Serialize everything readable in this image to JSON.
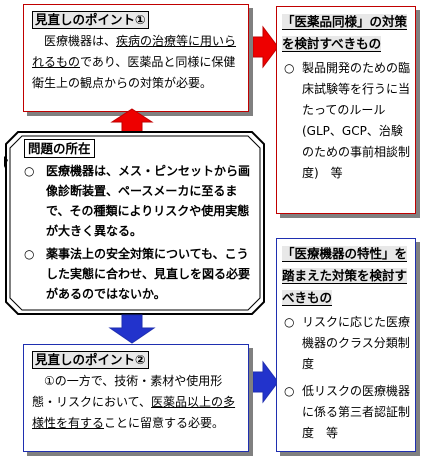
{
  "point1": {
    "title": "見直しのポイント①",
    "text": [
      {
        "t": "医療機器は、",
        "u": false
      },
      {
        "t": "疾病の治療等に用いられるもの",
        "u": true
      },
      {
        "t": "であり、医薬品と同様に保健衛生上の観点からの対策が必要。",
        "u": false
      }
    ]
  },
  "center": {
    "title": "問題の所在",
    "items": [
      {
        "marker": "○",
        "text": "医療機器は、メス・ピンセットから画像診断装置、ペースメーカに至るまで、その種類によりリスクや使用実態が大きく異なる。"
      },
      {
        "marker": "○",
        "text": "薬事法上の安全対策についても、こうした実態に合わせ、見直しを図る必要があるのではないか。"
      }
    ]
  },
  "point2": {
    "title": "見直しのポイント②",
    "text": [
      {
        "t": "①の一方で、技術・素材や使用形態・リスクにおいて、",
        "u": false
      },
      {
        "t": "医薬品以上の多様性を有する",
        "u": true
      },
      {
        "t": "ことに留意する必要。",
        "u": false
      }
    ]
  },
  "right1": {
    "title": "「医薬品同様」の対策を検討すべきもの",
    "items": [
      {
        "marker": "○",
        "text": "製品開発のための臨床試験等を行うに当たってのルール(GLP、GCP、治験のための事前相談制度)　等"
      }
    ]
  },
  "right2": {
    "title": "「医療機器の特性」を踏まえた対策を検討すべきもの",
    "items": [
      {
        "marker": "○",
        "text": "リスクに応じた医療機器のクラス分類制度"
      },
      {
        "marker": "○",
        "text": "低リスクの医療機器に係る第三者認証制度　等"
      }
    ]
  },
  "colors": {
    "red": "#ee0000",
    "red_border": "#c00000",
    "blue": "#2233cc",
    "blue_border": "#1f2fb0",
    "shadow": "#808080",
    "header_fill": "#e8e8e8"
  },
  "icons": {
    "arrow_up": "arrow-up-icon",
    "arrow_down": "arrow-down-icon",
    "arrow_right": "arrow-right-icon"
  }
}
